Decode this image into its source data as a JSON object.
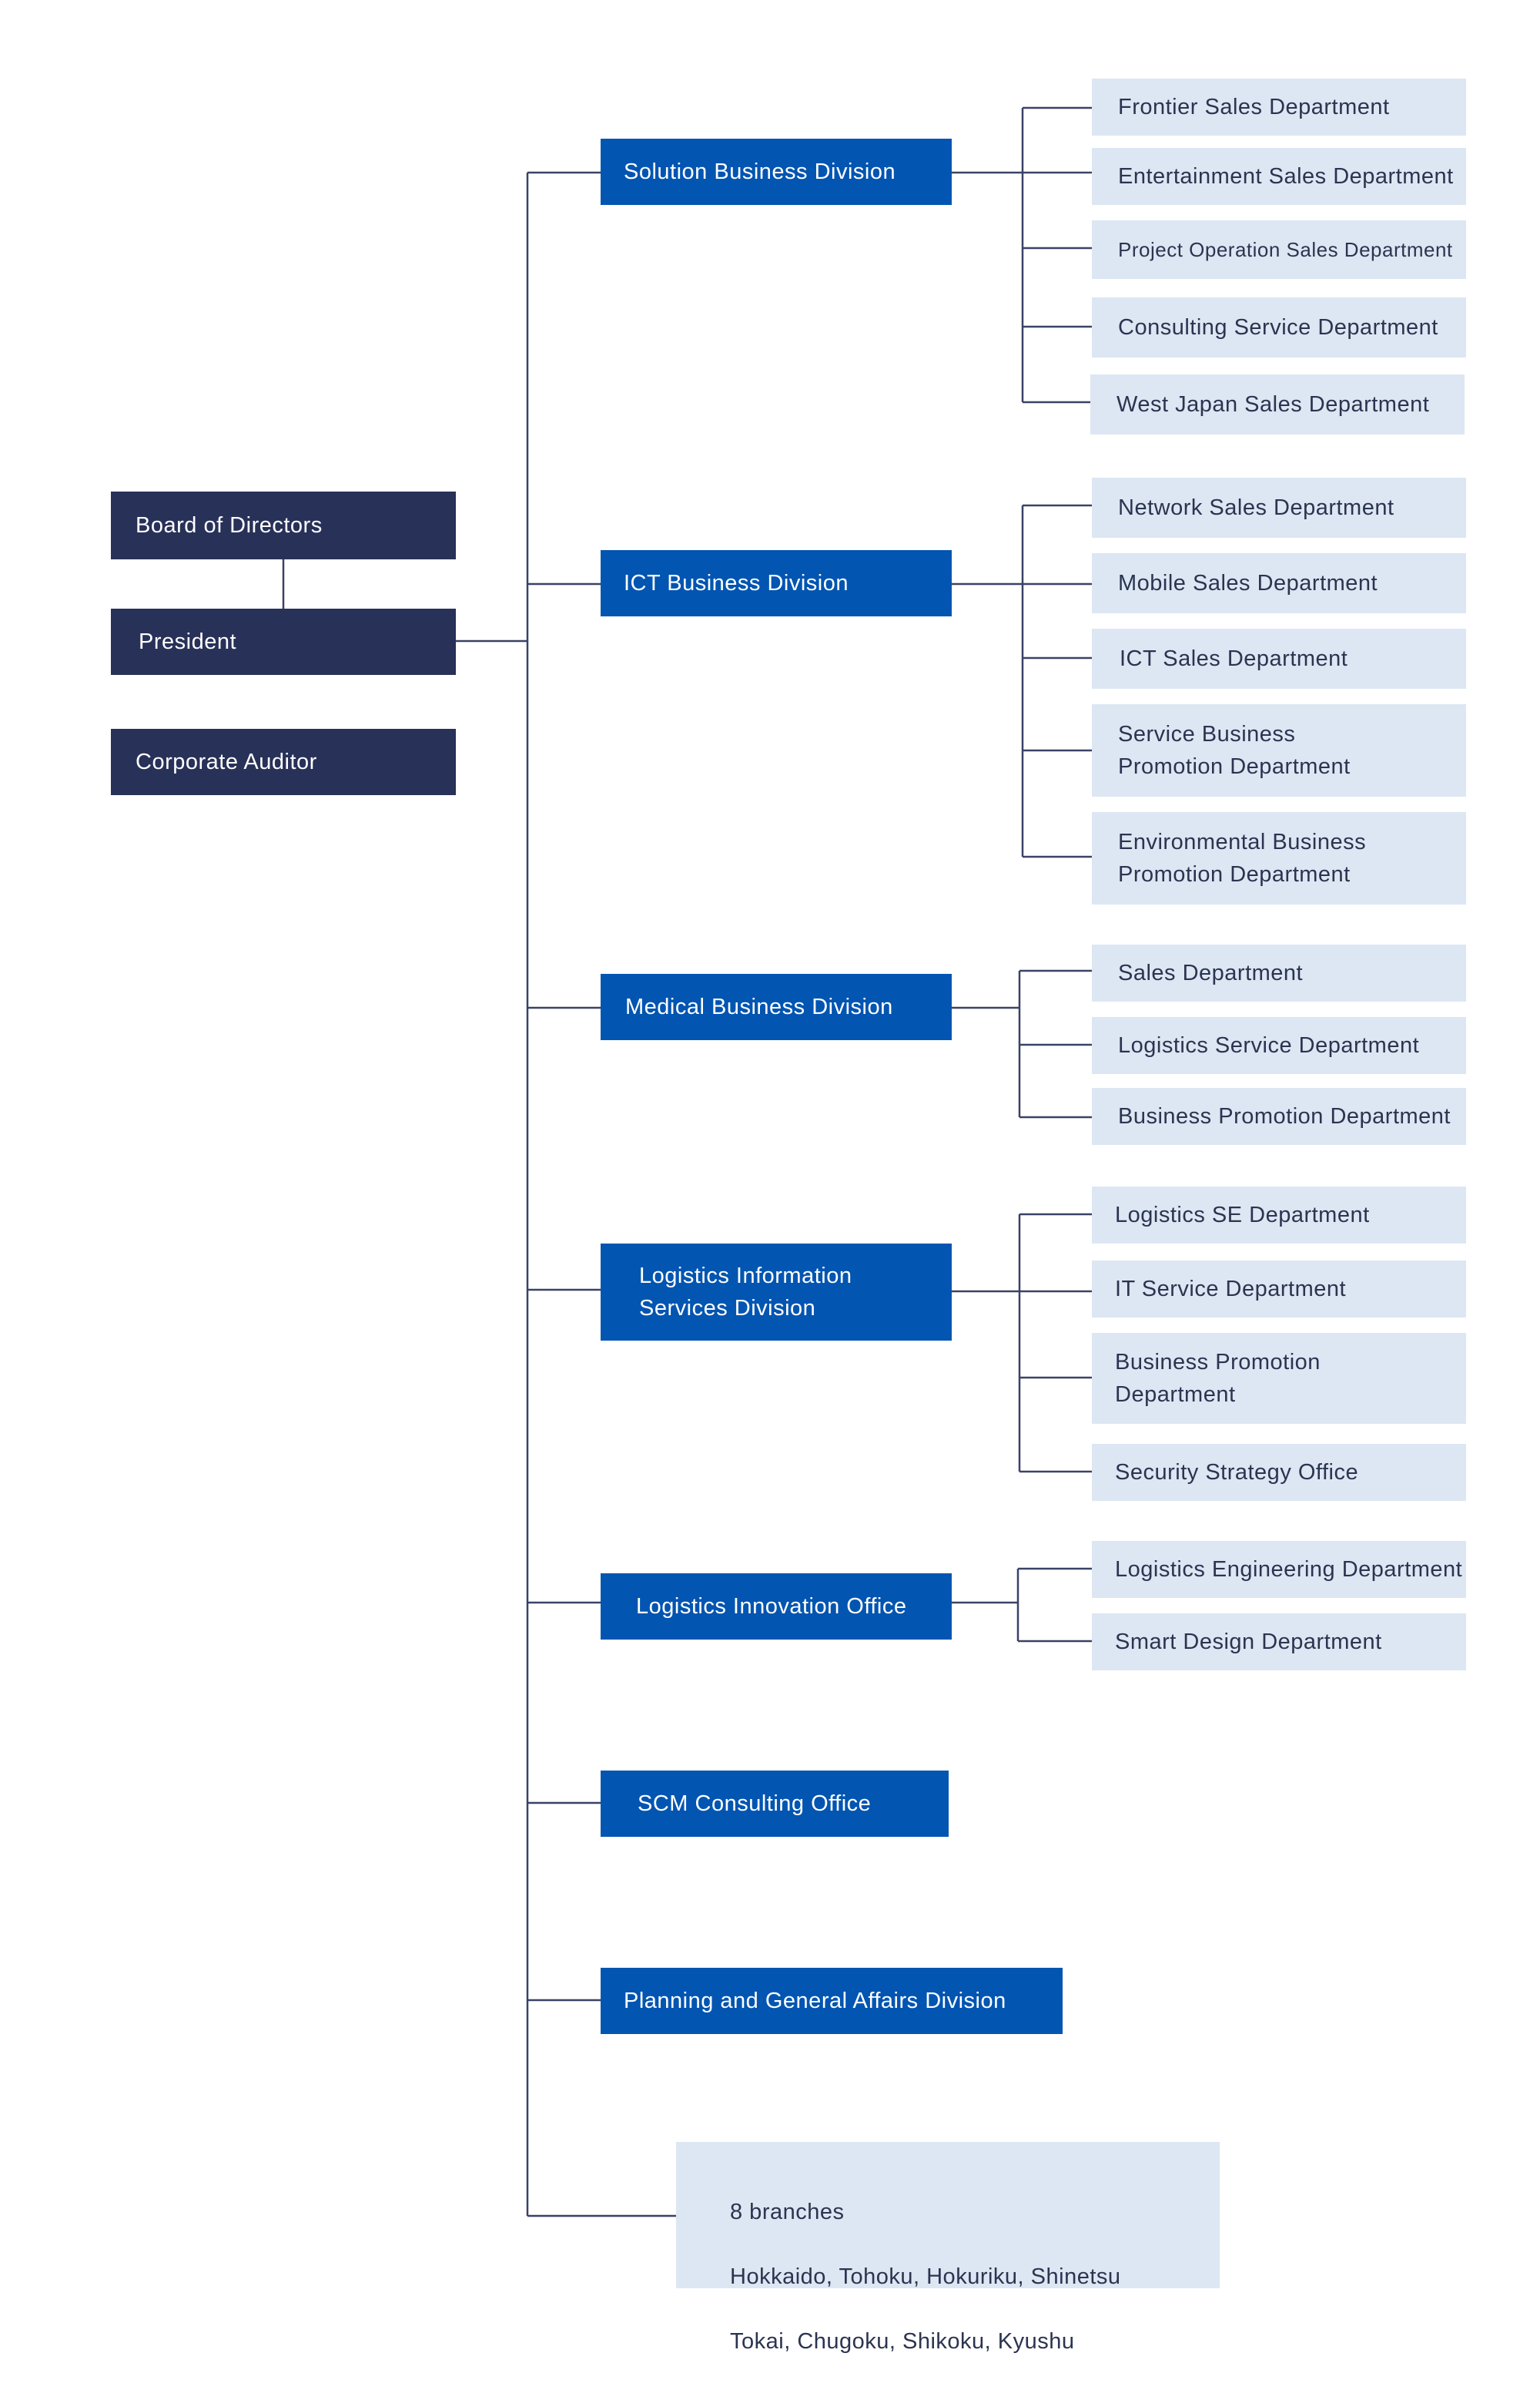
{
  "executives": {
    "board": "Board of Directors",
    "president": "President",
    "auditor": "Corporate Auditor"
  },
  "divisions": [
    {
      "label": "Solution Business Division",
      "departments": [
        "Frontier Sales Department",
        "Entertainment Sales Department",
        "Project Operation Sales Department",
        "Consulting Service Department",
        "West Japan Sales Department"
      ]
    },
    {
      "label": "ICT Business Division",
      "departments": [
        "Network Sales Department",
        "Mobile Sales Department",
        "ICT Sales Department",
        "Service Business\nPromotion Department",
        "Environmental Business\nPromotion Department"
      ]
    },
    {
      "label": "Medical Business Division",
      "departments": [
        "Sales Department",
        "Logistics Service Department",
        "Business Promotion Department"
      ]
    },
    {
      "label": "Logistics Information\nServices Division",
      "departments": [
        "Logistics SE Department",
        "IT Service Department",
        "Business Promotion\nDepartment",
        "Security Strategy Office"
      ]
    },
    {
      "label": "Logistics Innovation Office",
      "departments": [
        "Logistics Engineering Department",
        "Smart Design Department"
      ]
    },
    {
      "label": "SCM Consulting Office",
      "departments": []
    },
    {
      "label": "Planning and General Affairs Division",
      "departments": []
    }
  ],
  "branches": {
    "title": "8 branches",
    "line1": "Hokkaido, Tohoku, Hokuriku, Shinetsu",
    "line2": "Tokai, Chugoku, Shikoku, Kyushu"
  },
  "colors": {
    "executive": "#283158",
    "division": "#0255b1",
    "department": "#dce7f3",
    "line": "#3a4266"
  }
}
